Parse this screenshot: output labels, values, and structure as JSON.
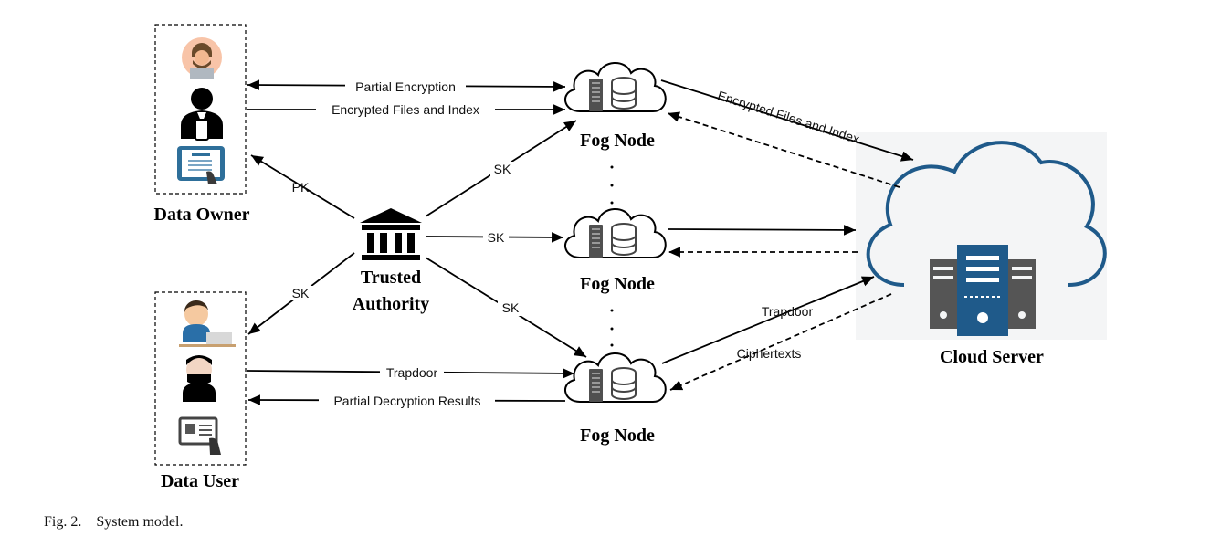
{
  "nodes": {
    "data_owner": "Data Owner",
    "data_user": "Data User",
    "trusted_authority_line1": "Trusted",
    "trusted_authority_line2": "Authority",
    "fog_node_top": "Fog Node",
    "fog_node_middle": "Fog Node",
    "fog_node_bottom": "Fog Node",
    "cloud_server": "Cloud Server"
  },
  "edges": {
    "partial_encryption": "Partial Encryption",
    "encrypted_files_owner": "Encrypted Files and Index",
    "encrypted_files_cloud": "Encrypted Files and Index",
    "pk": "PK",
    "sk_user": "SK",
    "sk_fog_top": "SK",
    "sk_fog_middle": "SK",
    "sk_fog_bottom": "SK",
    "trapdoor_user": "Trapdoor",
    "partial_decryption": "Partial Decryption Results",
    "trapdoor_cloud": "Trapdoor",
    "ciphertexts": "Ciphertexts"
  },
  "caption": {
    "label": "Fig. 2.",
    "text": "System model."
  },
  "icons": [
    "developer-avatar-icon",
    "businessman-phone-icon",
    "tablet-document-icon",
    "bank-icon",
    "clerk-avatar-icon",
    "masked-user-icon",
    "id-card-icon",
    "fog-cloud-icon",
    "server-rack-icon",
    "database-icon",
    "cloud-server-icon"
  ],
  "colors": {
    "cloud_outline": "#1f5a8a",
    "server_blue": "#1f5a8a",
    "server_grey": "#555555"
  }
}
